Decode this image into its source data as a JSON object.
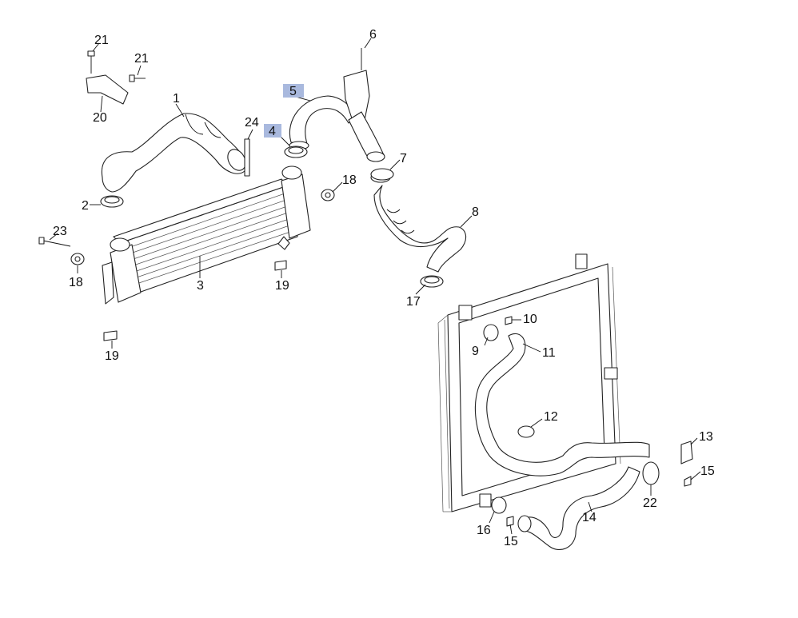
{
  "labels": {
    "p1": "1",
    "p2": "2",
    "p3": "3",
    "p4": "4",
    "p5": "5",
    "p6": "6",
    "p7": "7",
    "p8": "8",
    "p9": "9",
    "p10": "10",
    "p11": "11",
    "p12": "12",
    "p13": "13",
    "p14": "14",
    "p15a": "15",
    "p15b": "15",
    "p16": "16",
    "p17": "17",
    "p18a": "18",
    "p18b": "18",
    "p19a": "19",
    "p19b": "19",
    "p20": "20",
    "p21a": "21",
    "p21b": "21",
    "p22": "22",
    "p23": "23",
    "p24": "24"
  },
  "highlighted_labels": [
    "4",
    "5"
  ],
  "colors": {
    "highlight": "#a9b9de",
    "line": "#111111"
  }
}
